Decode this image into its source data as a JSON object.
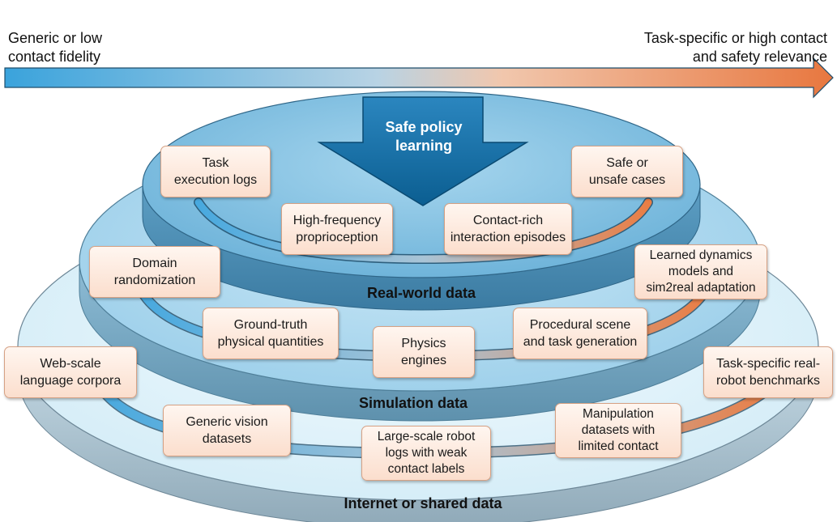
{
  "axis": {
    "left_label": "Generic or low\ncontact fidelity",
    "right_label": "Task-specific or high contact\nand safety relevance",
    "color_low": "#3aa3dc",
    "color_high": "#e8773f"
  },
  "policy": {
    "label": "Safe policy\nlearning",
    "color": "#0f6fa6"
  },
  "layers": {
    "real_world": {
      "title": "Real-world data",
      "items": [
        "Task\nexecution logs",
        "High-frequency\nproprioception",
        "Contact-rich\ninteraction episodes",
        "Safe or\nunsafe cases"
      ]
    },
    "simulation": {
      "title": "Simulation data",
      "items": [
        "Domain\nrandomization",
        "Ground-truth\nphysical quantities",
        "Physics\nengines",
        "Procedural scene\nand task generation",
        "Learned dynamics\nmodels and\nsim2real adaptation"
      ]
    },
    "internet": {
      "title": "Internet or shared data",
      "items": [
        "Web-scale\nlanguage corpora",
        "Generic vision\ndatasets",
        "Large-scale robot\nlogs with weak\ncontact labels",
        "Manipulation\ndatasets with\nlimited contact",
        "Task-specific real-\nrobot benchmarks"
      ]
    }
  },
  "colors": {
    "tier_real": "#7dbfe0",
    "tier_sim": "#a9d6ee",
    "tier_internet": "#dcf1fa",
    "label_border": "#d6a184"
  }
}
